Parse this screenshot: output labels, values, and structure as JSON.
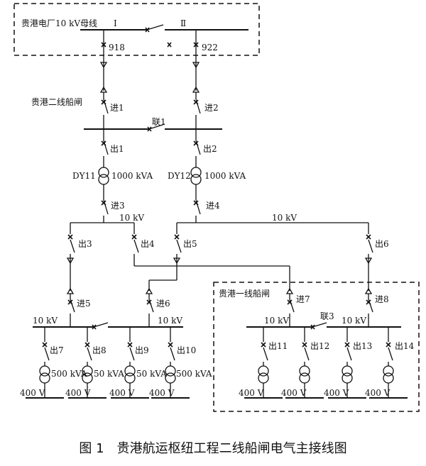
{
  "labels": {
    "plant_bus": "贵港电厂10 kV母线",
    "bus_I": "Ⅰ",
    "bus_II": "Ⅱ",
    "sw_918": "918",
    "sw_922": "922",
    "second_lock": "贵港二线船闸",
    "in1": "进1",
    "in2": "进2",
    "lian1": "联1",
    "out1": "出1",
    "out2": "出2",
    "dy11": "DY11",
    "dy12": "DY12",
    "kva1000a": "1000 kVA",
    "kva1000b": "1000 kVA",
    "in3": "进3",
    "in4": "进4",
    "kv10_a": "10 kV",
    "kv10_b": "10 kV",
    "out3": "出3",
    "out4": "出4",
    "out5": "出5",
    "out6": "出6",
    "first_lock": "贵港一线船闸",
    "in5": "进5",
    "in6": "进6",
    "in7": "进7",
    "in8": "进8",
    "kv10_c": "10 kV",
    "kv10_d": "10 kV",
    "kv10_e": "10 kV",
    "kv10_f": "10 kV",
    "lian3": "联3",
    "out7": "出7",
    "out8": "出8",
    "out9": "出9",
    "out10": "出10",
    "out11": "出11",
    "out12": "出12",
    "out13": "出13",
    "out14": "出14",
    "t7": "500 kVA",
    "t8": "50 kVA",
    "t9": "50 kVA",
    "t10": "500 kVA",
    "v1": "400 V",
    "v2": "400 V",
    "v3": "400 V",
    "v4": "400 V",
    "v5": "400 V",
    "v6": "400 V",
    "v7": "400 V",
    "v8": "400 V"
  },
  "caption": "图 1　贵港航运枢纽工程二线船闸电气主接线图"
}
